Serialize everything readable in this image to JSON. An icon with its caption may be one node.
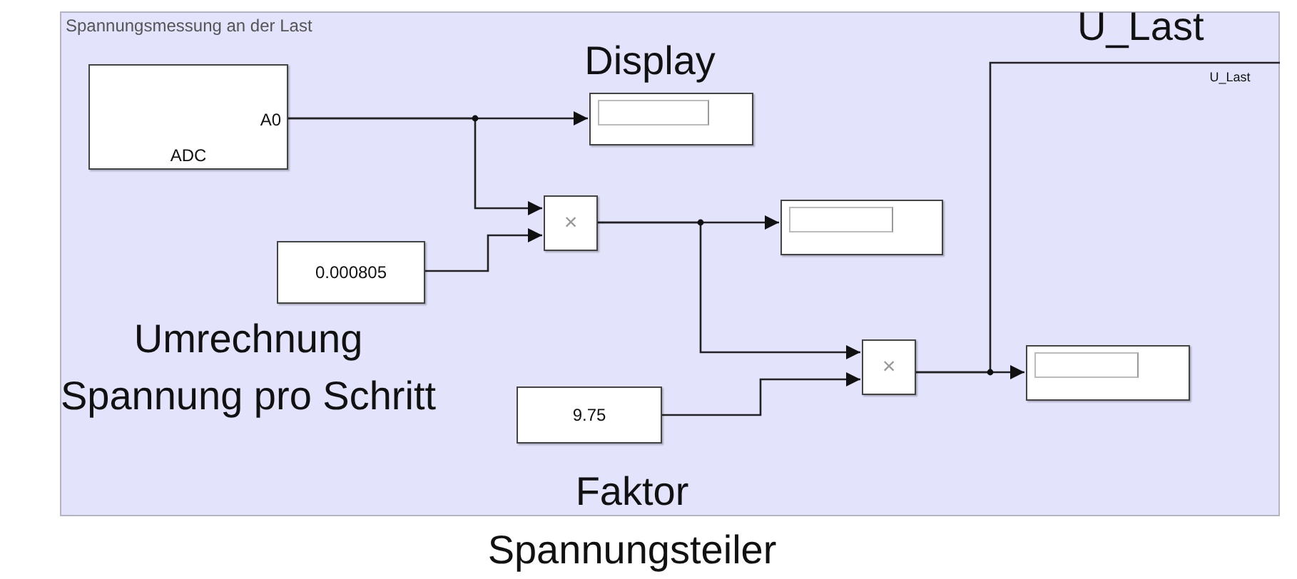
{
  "diagram": {
    "nodes": [
      {
        "text": [
          "Spannungsmessung an der Last"
        ]
      },
      {
        "text": [
          "A0",
          "ADC"
        ],
        "in": 0
      },
      {
        "text": [],
        "shape": "box",
        "in": 0,
        "beside": [
          "Display"
        ]
      },
      {
        "text": [
          "0.000805"
        ],
        "in": 0,
        "beside": [
          "Umrechnung Spannung pro Schritt"
        ]
      },
      {
        "text": [
          "×"
        ],
        "in": 0
      },
      {
        "text": [],
        "shape": "box",
        "in": 0
      },
      {
        "text": [
          "9.75"
        ],
        "in": 0,
        "beside": [
          "Faktor Spannungsteiler"
        ]
      },
      {
        "text": [
          "×"
        ],
        "in": 0
      },
      {
        "text": [],
        "shape": "box",
        "in": 0
      }
    ],
    "edges": [
      {
        "from": 1,
        "to": 2,
        "arrow": "to"
      },
      {
        "from": 1,
        "to": 4,
        "arrow": "to"
      },
      {
        "from": 3,
        "to": 4,
        "arrow": "to"
      },
      {
        "from": 4,
        "to": 5,
        "arrow": "to"
      },
      {
        "from": 4,
        "to": 7,
        "arrow": "to"
      },
      {
        "from": 6,
        "to": 7,
        "arrow": "to"
      },
      {
        "from": 7,
        "to": 8,
        "arrow": "to"
      },
      {
        "from": 7,
        "to": null,
        "arrow": "none",
        "label": "U_Last"
      }
    ],
    "labels": [
      "U_Last"
    ]
  }
}
